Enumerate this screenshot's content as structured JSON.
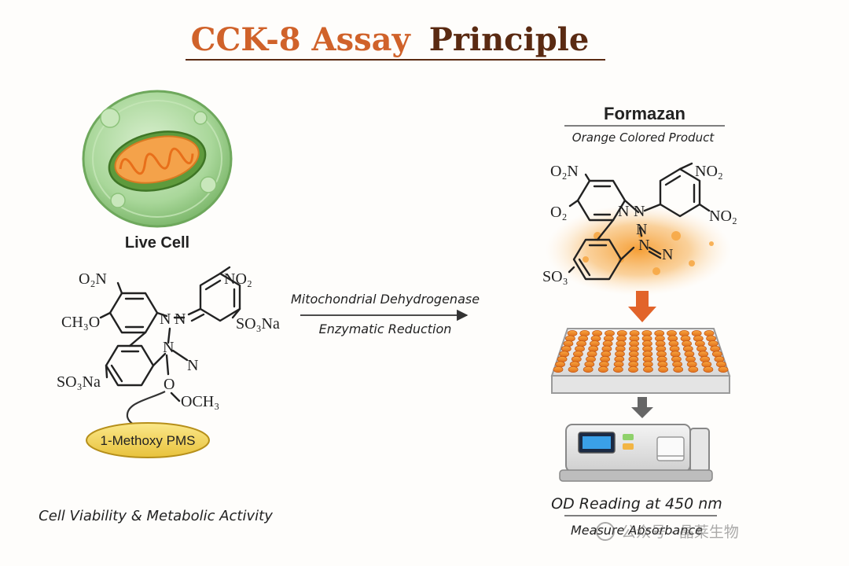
{
  "title": {
    "part1": "CCK-8 Assay",
    "part2": "Principle"
  },
  "colors": {
    "title_orange": "#d0622a",
    "title_brown": "#5a2a12",
    "formazan_orange": "#f08a24",
    "arrow_orange": "#e2642a",
    "cell_green": "#a9d79a"
  },
  "live_cell": {
    "label": "Live Cell"
  },
  "wst8": {
    "groups": {
      "o2n_left": "O₂N",
      "ch3o": "CH₃O",
      "no2_right": "NO₂",
      "so3na_right": "SO₃Na",
      "n_plus": "N",
      "n_eq": "N",
      "n_lower": "N",
      "n_right": "N",
      "so3na_left": "SO₃Na",
      "o_link": "O",
      "och3": "OCH₃"
    }
  },
  "pms": {
    "label": "1-Methoxy PMS"
  },
  "reaction": {
    "line1": "Mitochondrial Dehydrogenase",
    "line2": "Enzymatic Reduction"
  },
  "formazan": {
    "title": "Formazan",
    "subtitle": "Orange Colored Product",
    "groups": {
      "o2n": "O₂N",
      "o2": "O₂",
      "no2_top": "NO₂",
      "no2_right": "NO₂",
      "so3": "SO₃",
      "n1": "N",
      "n2": "N",
      "n3": "N",
      "n4": "N",
      "n5": "N"
    }
  },
  "readout": {
    "od": "OD Reading at 450 nm",
    "measure": "Measure Absorbance"
  },
  "footer": {
    "viability": "Cell Viability & Metabolic Activity"
  },
  "watermark": {
    "text": "公众号 · 晶莱生物"
  }
}
